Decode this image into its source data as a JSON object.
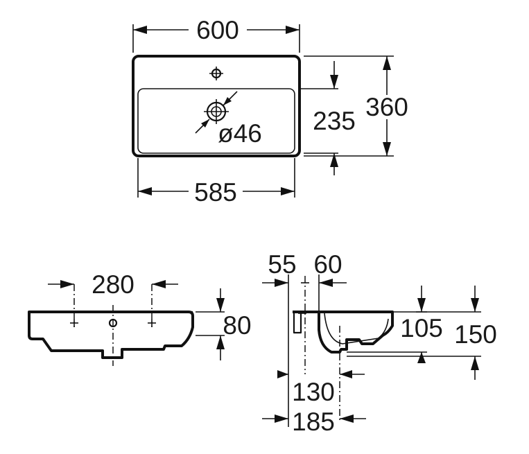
{
  "dimensions": {
    "top_width_outer": "600",
    "top_width_inner": "585",
    "depth_total": "360",
    "bowl_depth": "235",
    "tap_hole": "ø46",
    "front_hole_spacing": "280",
    "front_height": "80",
    "side_offset_55": "55",
    "side_offset_60": "60",
    "side_height_105": "105",
    "side_height_150": "150",
    "side_width_130": "130",
    "side_width_185": "185"
  },
  "colors": {
    "ink": "#111111",
    "background": "#ffffff"
  }
}
